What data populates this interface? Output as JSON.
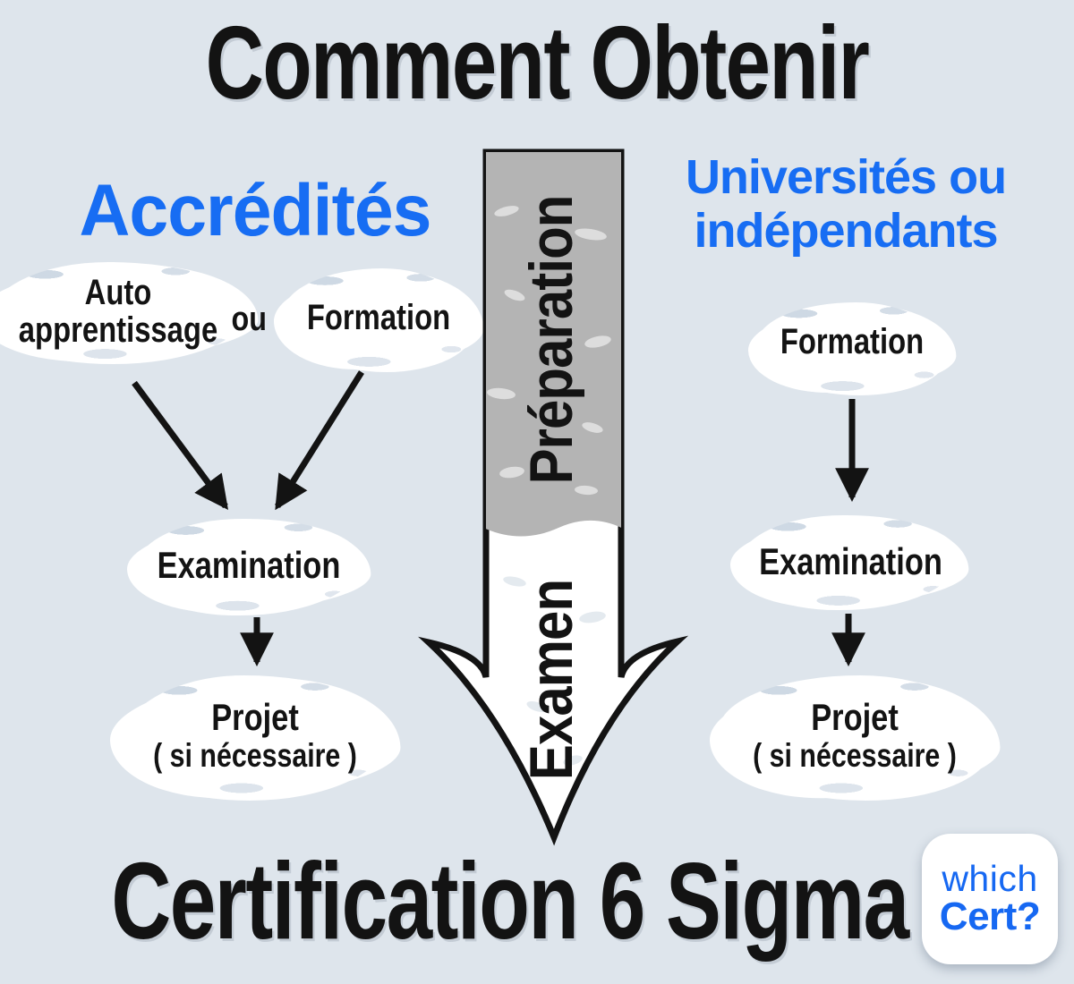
{
  "page": {
    "title_top": "Comment Obtenir",
    "title_bottom": "Certification 6 Sigma"
  },
  "left_branch": {
    "heading": "Accrédités",
    "self_study_line1": "Auto",
    "self_study_line2": "apprentissage",
    "or_label": "ou",
    "training": "Formation",
    "exam": "Examination",
    "project_line1": "Projet",
    "project_line2": "( si nécessaire )"
  },
  "right_branch": {
    "heading_line1": "Universités ou",
    "heading_line2": "indépendants",
    "training": "Formation",
    "exam": "Examination",
    "project_line1": "Projet",
    "project_line2": "( si nécessaire )"
  },
  "center_arrow": {
    "label_preparation": "Préparation",
    "label_exam": "Examen"
  },
  "logo": {
    "line1": "which",
    "line2": "Cert?"
  },
  "colors": {
    "background": "#dee5ec",
    "accent_blue": "#176df3",
    "logo_blue": "#1668f2",
    "ink": "#131313",
    "arrow_gray": "#b4b4b4",
    "node_fill": "#ffffff"
  }
}
